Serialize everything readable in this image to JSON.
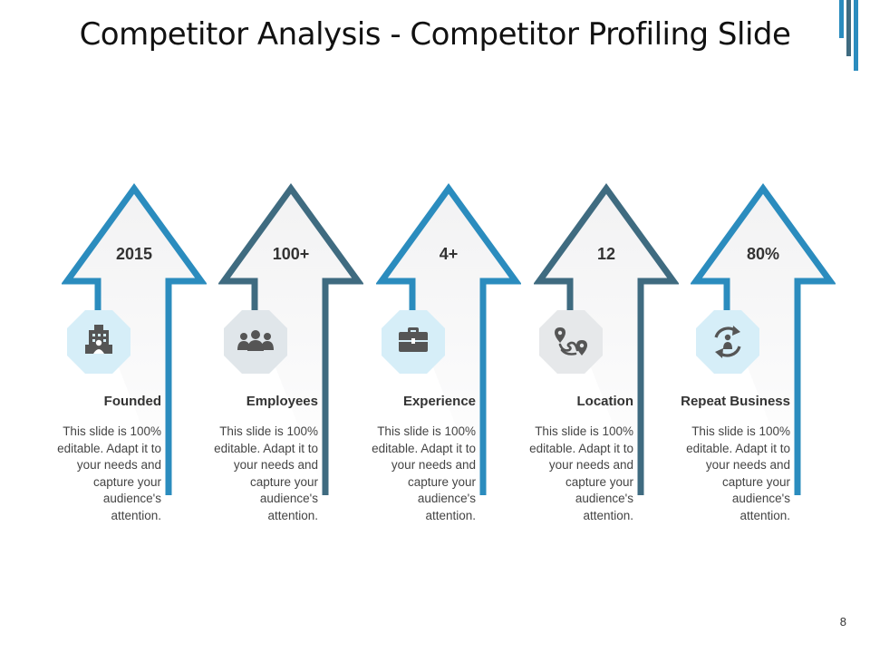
{
  "slide": {
    "title": "Competitor Analysis - Competitor Profiling Slide",
    "page_number": "8"
  },
  "colors": {
    "blue": "#2b8cbe",
    "slate": "#3f6b80",
    "icon_bg_light": "#d6eef8",
    "icon_bg_gray": "#e6e8ea",
    "icon_fg": "#555555"
  },
  "cards": [
    {
      "value": "2015",
      "label": "Founded",
      "description": "This slide is 100% editable. Adapt it to your needs and capture your audience's attention.",
      "icon": "building-icon",
      "stroke": "blue"
    },
    {
      "value": "100+",
      "label": "Employees",
      "description": "This slide is 100% editable. Adapt it to your needs and capture your audience's attention.",
      "icon": "people-icon",
      "stroke": "slate"
    },
    {
      "value": "4+",
      "label": "Experience",
      "description": "This slide is 100% editable. Adapt it to your needs and capture your audience's attention.",
      "icon": "briefcase-icon",
      "stroke": "blue"
    },
    {
      "value": "12",
      "label": "Location",
      "description": "This slide is 100% editable. Adapt it to your needs and capture your audience's attention.",
      "icon": "map-route-icon",
      "stroke": "slate"
    },
    {
      "value": "80%",
      "label": "Repeat Business",
      "description": "This slide is 100% editable. Adapt it to your needs and capture your audience's attention.",
      "icon": "repeat-client-icon",
      "stroke": "blue"
    }
  ]
}
